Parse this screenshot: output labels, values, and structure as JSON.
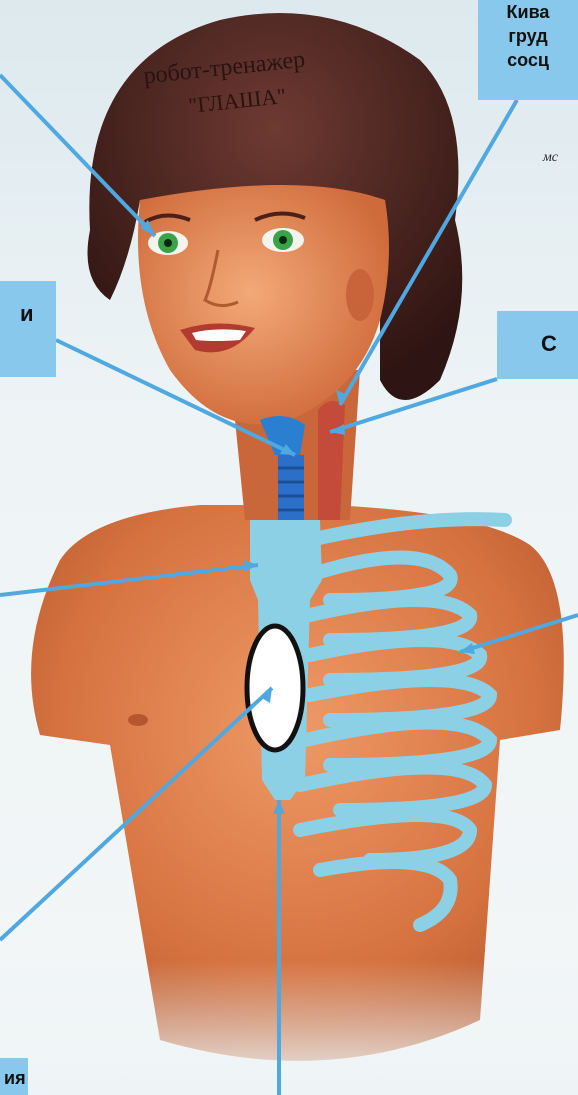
{
  "labels": {
    "top_right": [
      "Кива",
      "груд",
      "сосц"
    ],
    "left_mid": "и",
    "right_mid": "С",
    "bottom_left": "ия"
  },
  "head_band": {
    "line1": "робот-тренажер",
    "line2": "\"ГЛАША\""
  },
  "background_text": "мс",
  "colors": {
    "label_box": "#87c8ec",
    "pointer": "#4fa8e0",
    "skin": "#d9784a",
    "hair": "#4a231d",
    "bone": "#8cd0e6",
    "artery": "#c44a3a"
  }
}
